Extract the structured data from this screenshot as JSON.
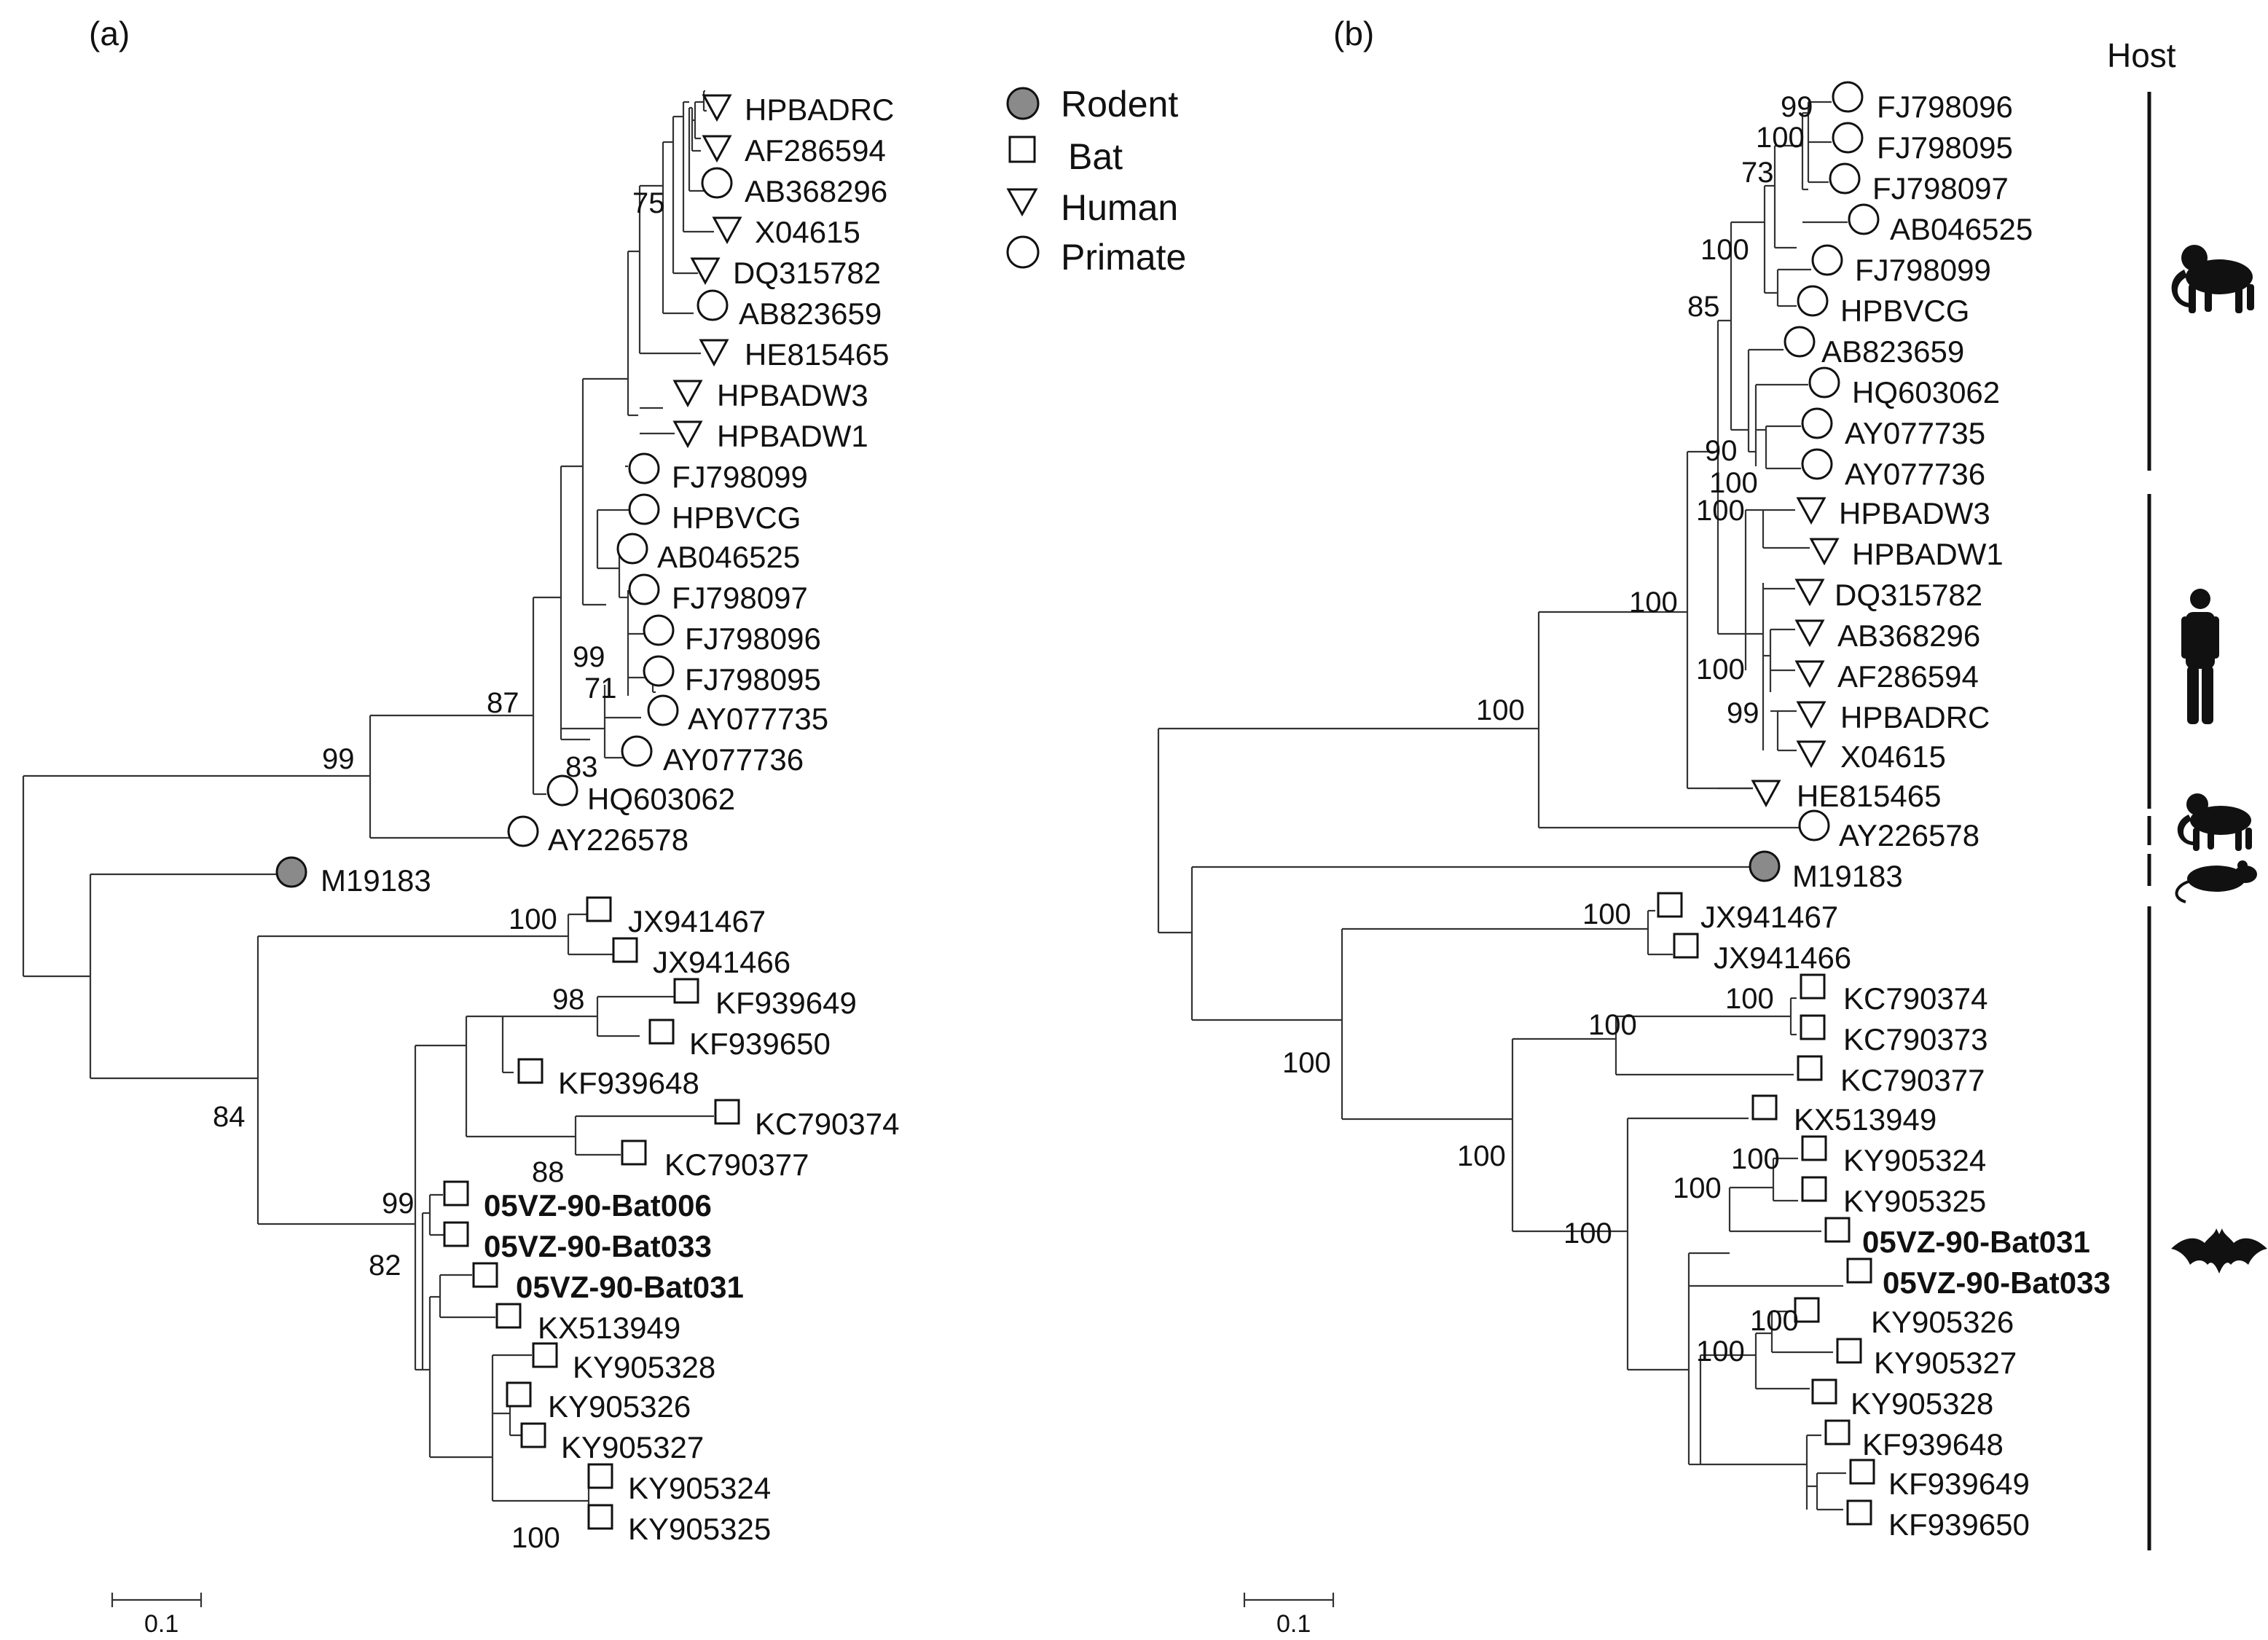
{
  "panel_a": {
    "label": "(a)",
    "scale_label": "0.1",
    "legend": [
      {
        "name": "Rodent",
        "icon": "filled-circle-icon"
      },
      {
        "name": "Bat",
        "icon": "square-icon"
      },
      {
        "name": "Human",
        "icon": "down-triangle-icon"
      },
      {
        "name": "Primate",
        "icon": "circle-icon"
      }
    ],
    "tips": [
      {
        "label": "HPBADRC",
        "host": "human",
        "bold": false
      },
      {
        "label": "AF286594",
        "host": "human",
        "bold": false
      },
      {
        "label": "AB368296",
        "host": "primate",
        "bold": false
      },
      {
        "label": "X04615",
        "host": "human",
        "bold": false
      },
      {
        "label": "DQ315782",
        "host": "human",
        "bold": false
      },
      {
        "label": "AB823659",
        "host": "primate",
        "bold": false
      },
      {
        "label": "HE815465",
        "host": "human",
        "bold": false
      },
      {
        "label": "HPBADW3",
        "host": "human",
        "bold": false
      },
      {
        "label": "HPBADW1",
        "host": "human",
        "bold": false
      },
      {
        "label": "FJ798099",
        "host": "primate",
        "bold": false
      },
      {
        "label": "HPBVCG",
        "host": "primate",
        "bold": false
      },
      {
        "label": "AB046525",
        "host": "primate",
        "bold": false
      },
      {
        "label": "FJ798097",
        "host": "primate",
        "bold": false
      },
      {
        "label": "FJ798096",
        "host": "primate",
        "bold": false
      },
      {
        "label": "FJ798095",
        "host": "primate",
        "bold": false
      },
      {
        "label": "AY077735",
        "host": "primate",
        "bold": false
      },
      {
        "label": "AY077736",
        "host": "primate",
        "bold": false
      },
      {
        "label": "HQ603062",
        "host": "primate",
        "bold": false
      },
      {
        "label": "AY226578",
        "host": "primate",
        "bold": false
      },
      {
        "label": "M19183",
        "host": "rodent",
        "bold": false
      },
      {
        "label": "JX941467",
        "host": "bat",
        "bold": false
      },
      {
        "label": "JX941466",
        "host": "bat",
        "bold": false
      },
      {
        "label": "KF939649",
        "host": "bat",
        "bold": false
      },
      {
        "label": "KF939650",
        "host": "bat",
        "bold": false
      },
      {
        "label": "KF939648",
        "host": "bat",
        "bold": false
      },
      {
        "label": "KC790374",
        "host": "bat",
        "bold": false
      },
      {
        "label": "KC790377",
        "host": "bat",
        "bold": false
      },
      {
        "label": "05VZ-90-Bat006",
        "host": "bat",
        "bold": true
      },
      {
        "label": "05VZ-90-Bat033",
        "host": "bat",
        "bold": true
      },
      {
        "label": "05VZ-90-Bat031",
        "host": "bat",
        "bold": true
      },
      {
        "label": "KX513949",
        "host": "bat",
        "bold": false
      },
      {
        "label": "KY905328",
        "host": "bat",
        "bold": false
      },
      {
        "label": "KY905326",
        "host": "bat",
        "bold": false
      },
      {
        "label": "KY905327",
        "host": "bat",
        "bold": false
      },
      {
        "label": "KY905324",
        "host": "bat",
        "bold": false
      },
      {
        "label": "KY905325",
        "host": "bat",
        "bold": false
      }
    ],
    "bootstrap": [
      "75",
      "87",
      "99",
      "99",
      "71",
      "83",
      "100",
      "98",
      "84",
      "88",
      "99",
      "82",
      "100"
    ]
  },
  "panel_b": {
    "label": "(b)",
    "scale_label": "0.1",
    "host_header": "Host",
    "host_groups": [
      {
        "host": "primate",
        "icon": "monkey-icon"
      },
      {
        "host": "human",
        "icon": "human-icon"
      },
      {
        "host": "primate",
        "icon": "monkey-icon"
      },
      {
        "host": "rodent",
        "icon": "rat-icon"
      },
      {
        "host": "bat",
        "icon": "bat-icon"
      }
    ],
    "tips": [
      {
        "label": "FJ798096",
        "host": "primate",
        "bold": false
      },
      {
        "label": "FJ798095",
        "host": "primate",
        "bold": false
      },
      {
        "label": "FJ798097",
        "host": "primate",
        "bold": false
      },
      {
        "label": "AB046525",
        "host": "primate",
        "bold": false
      },
      {
        "label": "FJ798099",
        "host": "primate",
        "bold": false
      },
      {
        "label": "HPBVCG",
        "host": "primate",
        "bold": false
      },
      {
        "label": "AB823659",
        "host": "primate",
        "bold": false
      },
      {
        "label": "HQ603062",
        "host": "primate",
        "bold": false
      },
      {
        "label": "AY077735",
        "host": "primate",
        "bold": false
      },
      {
        "label": "AY077736",
        "host": "primate",
        "bold": false
      },
      {
        "label": "HPBADW3",
        "host": "human",
        "bold": false
      },
      {
        "label": "HPBADW1",
        "host": "human",
        "bold": false
      },
      {
        "label": "DQ315782",
        "host": "human",
        "bold": false
      },
      {
        "label": "AB368296",
        "host": "human",
        "bold": false
      },
      {
        "label": "AF286594",
        "host": "human",
        "bold": false
      },
      {
        "label": "HPBADRC",
        "host": "human",
        "bold": false
      },
      {
        "label": "X04615",
        "host": "human",
        "bold": false
      },
      {
        "label": "HE815465",
        "host": "human",
        "bold": false
      },
      {
        "label": "AY226578",
        "host": "primate",
        "bold": false
      },
      {
        "label": "M19183",
        "host": "rodent",
        "bold": false
      },
      {
        "label": "JX941467",
        "host": "bat",
        "bold": false
      },
      {
        "label": "JX941466",
        "host": "bat",
        "bold": false
      },
      {
        "label": "KC790374",
        "host": "bat",
        "bold": false
      },
      {
        "label": "KC790373",
        "host": "bat",
        "bold": false
      },
      {
        "label": "KC790377",
        "host": "bat",
        "bold": false
      },
      {
        "label": "KX513949",
        "host": "bat",
        "bold": false
      },
      {
        "label": "KY905324",
        "host": "bat",
        "bold": false
      },
      {
        "label": "KY905325",
        "host": "bat",
        "bold": false
      },
      {
        "label": "05VZ-90-Bat031",
        "host": "bat",
        "bold": true
      },
      {
        "label": "05VZ-90-Bat033",
        "host": "bat",
        "bold": true
      },
      {
        "label": "KY905326",
        "host": "bat",
        "bold": false
      },
      {
        "label": "KY905327",
        "host": "bat",
        "bold": false
      },
      {
        "label": "KY905328",
        "host": "bat",
        "bold": false
      },
      {
        "label": "KF939648",
        "host": "bat",
        "bold": false
      },
      {
        "label": "KF939649",
        "host": "bat",
        "bold": false
      },
      {
        "label": "KF939650",
        "host": "bat",
        "bold": false
      }
    ],
    "bootstrap": [
      "99",
      "100",
      "73",
      "100",
      "85",
      "90",
      "100",
      "100",
      "100",
      "99",
      "100",
      "100",
      "100",
      "100",
      "100",
      "100",
      "100",
      "100",
      "100",
      "100",
      "100",
      "100"
    ]
  }
}
